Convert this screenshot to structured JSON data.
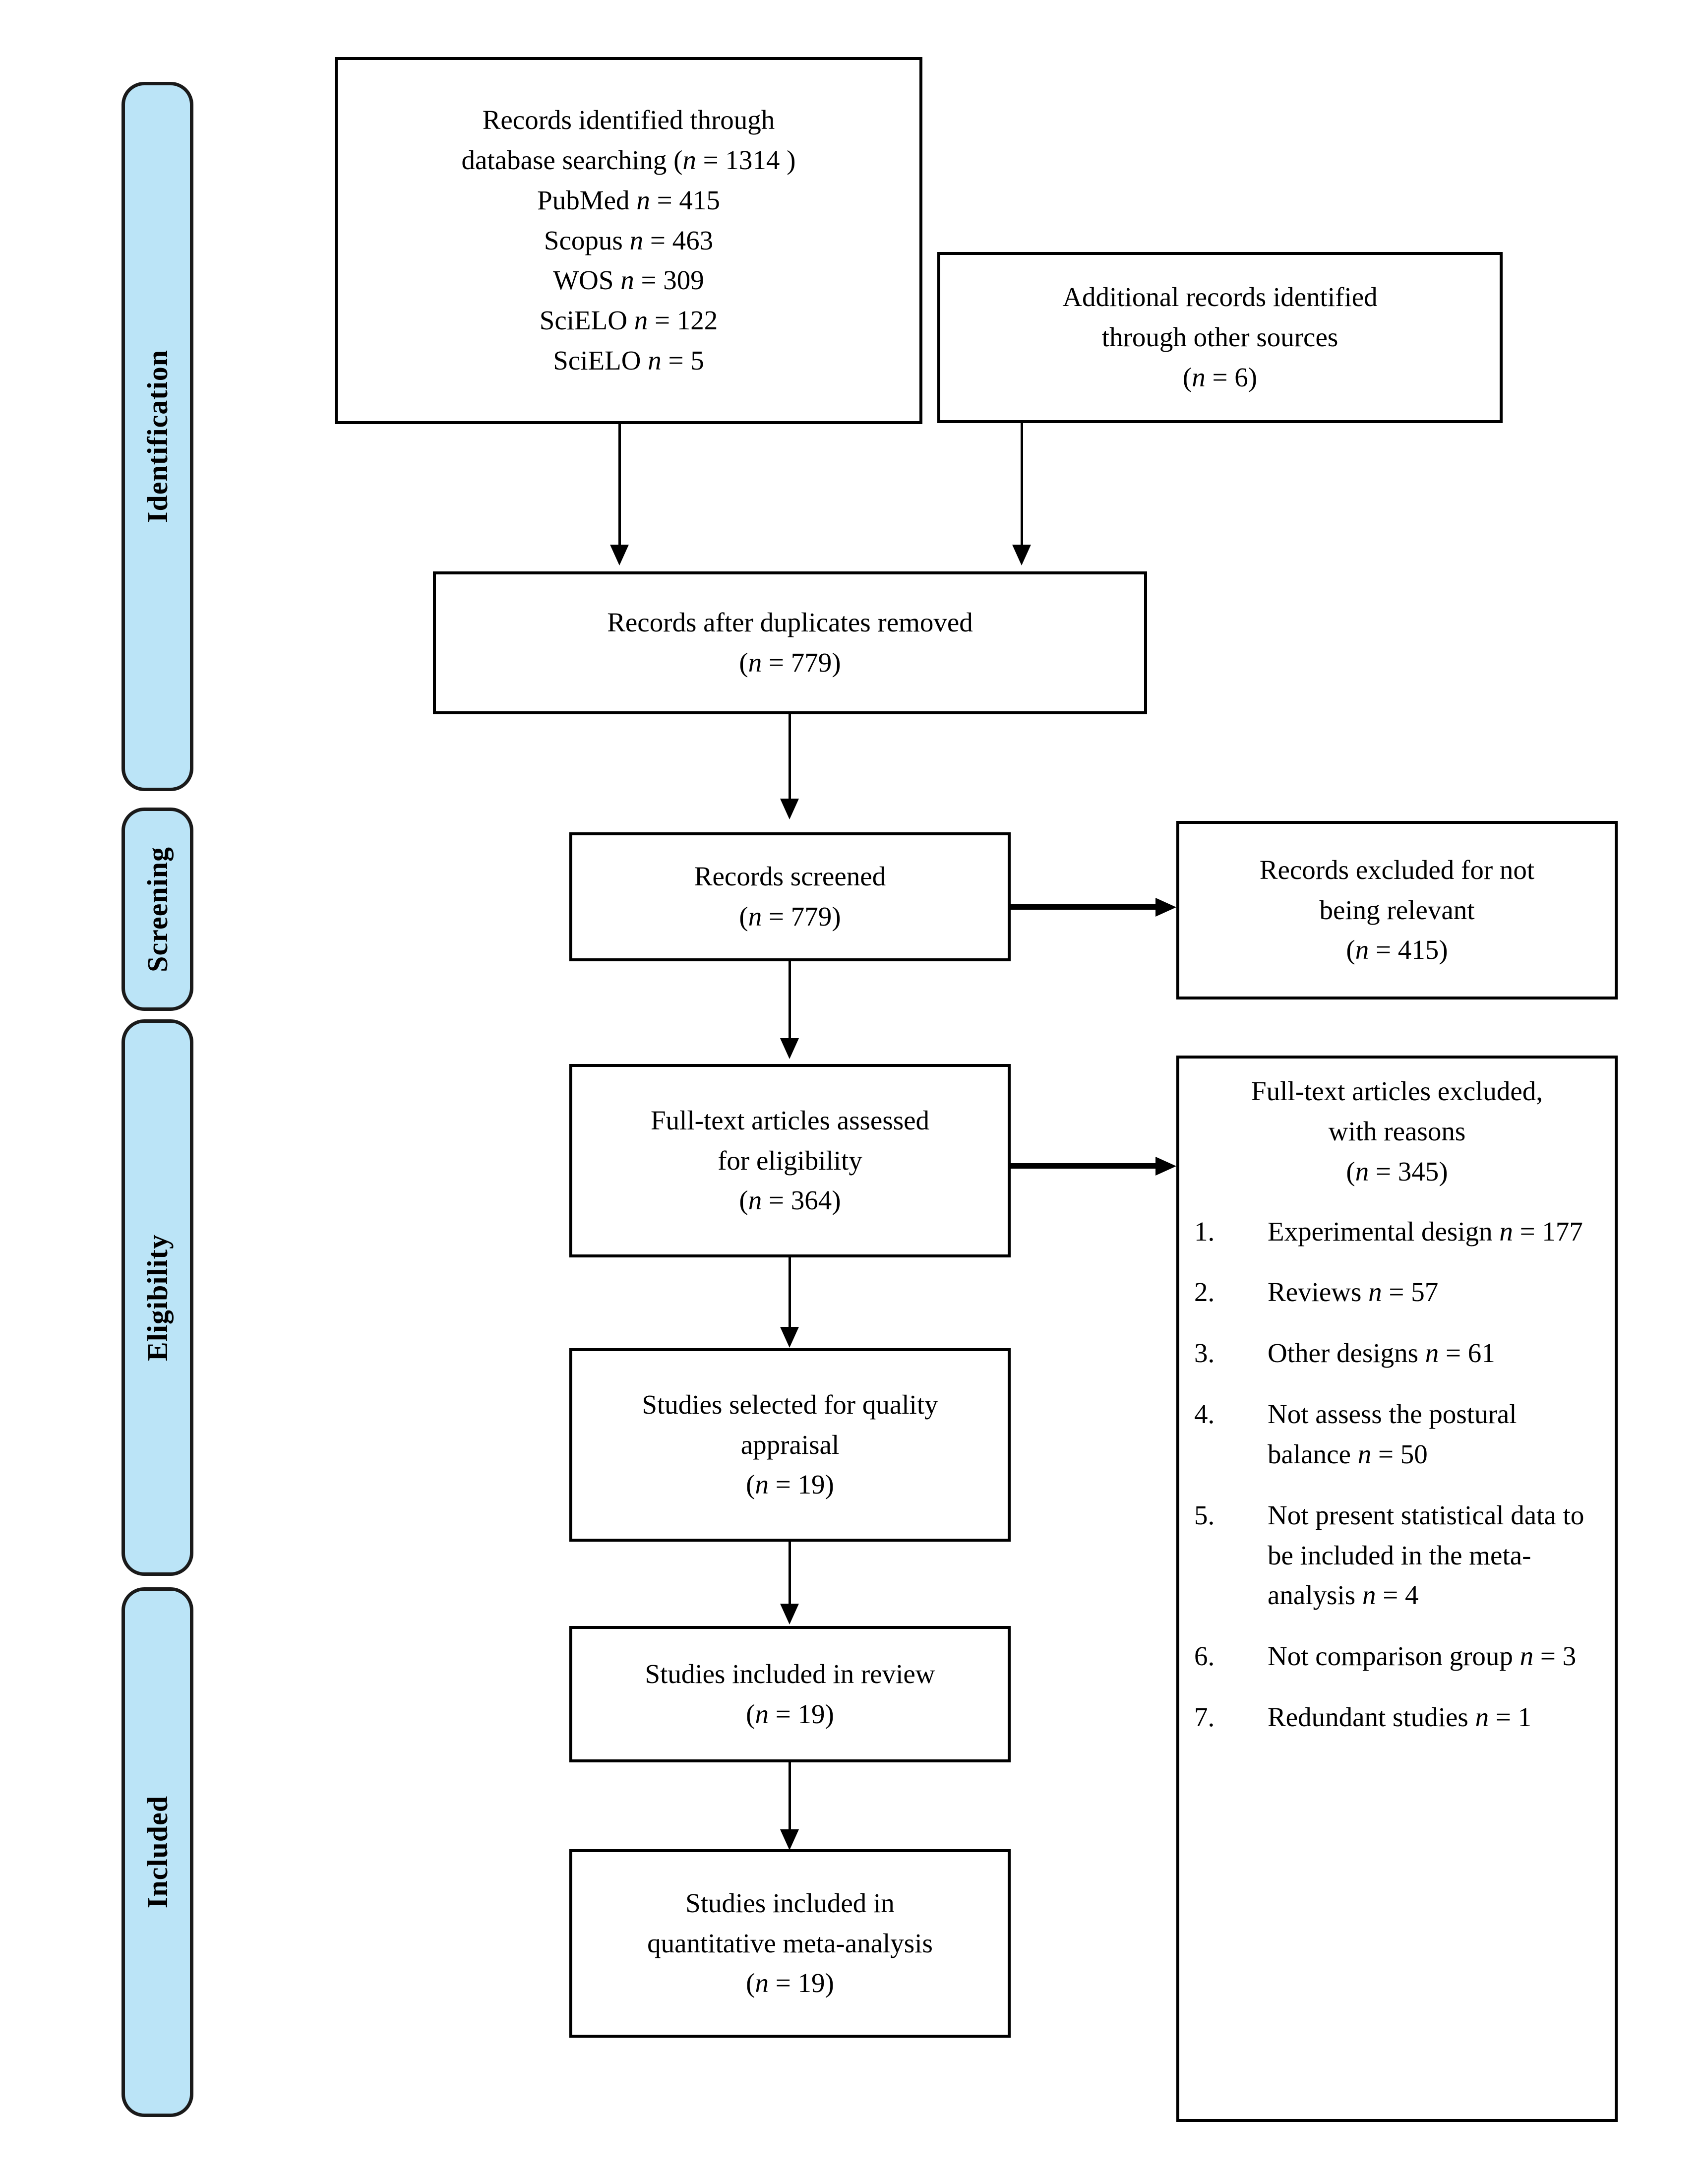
{
  "diagram": {
    "title": "PRISMA flow diagram",
    "accent_color": "#bbe4f7",
    "line_color": "#000000",
    "phases": [
      {
        "id": "identification",
        "label": "Identification"
      },
      {
        "id": "screening",
        "label": "Screening"
      },
      {
        "id": "eligibility",
        "label": "Eligibility"
      },
      {
        "id": "included",
        "label": "Included"
      }
    ],
    "boxes": {
      "records_identified": {
        "lines": [
          "Records identified through",
          "database searching (n = 1314 )",
          "PubMed n = 415",
          "Scopus n = 463",
          "WOS n = 309",
          "SciELO n = 122",
          "SciELO n = 5"
        ]
      },
      "additional_records": {
        "lines": [
          "Additional records identified",
          "through other sources",
          "(n = 6)"
        ]
      },
      "duplicates_removed": {
        "lines": [
          "Records after duplicates removed",
          "(n = 779)"
        ]
      },
      "records_screened": {
        "lines": [
          "Records screened",
          "(n = 779)"
        ]
      },
      "records_excluded": {
        "lines": [
          "Records excluded for not",
          "being relevant",
          "(n = 415)"
        ]
      },
      "fulltext_assessed": {
        "lines": [
          "Full-text articles assessed",
          "for eligibility",
          "(n = 364)"
        ]
      },
      "fulltext_excluded": {
        "header_lines": [
          "Full-text articles excluded,",
          "with reasons",
          "(n = 345)"
        ],
        "reasons": [
          {
            "num": "1.",
            "text": "Experimental design n = 177"
          },
          {
            "num": "2.",
            "text": "Reviews n = 57"
          },
          {
            "num": "3.",
            "text": "Other designs n = 61"
          },
          {
            "num": "4.",
            "text": "Not assess the postural balance n = 50"
          },
          {
            "num": "5.",
            "text": "Not present statistical data to be included in the meta-analysis n = 4"
          },
          {
            "num": "6.",
            "text": "Not comparison group n = 3"
          },
          {
            "num": "7.",
            "text": "Redundant studies n = 1"
          }
        ]
      },
      "quality_appraisal": {
        "lines": [
          "Studies selected for quality",
          "appraisal",
          "(n = 19)"
        ]
      },
      "included_review": {
        "lines": [
          "Studies included in review",
          "(n = 19)"
        ]
      },
      "included_meta": {
        "lines": [
          "Studies included in",
          "quantitative meta-analysis",
          "(n = 19)"
        ]
      }
    }
  }
}
